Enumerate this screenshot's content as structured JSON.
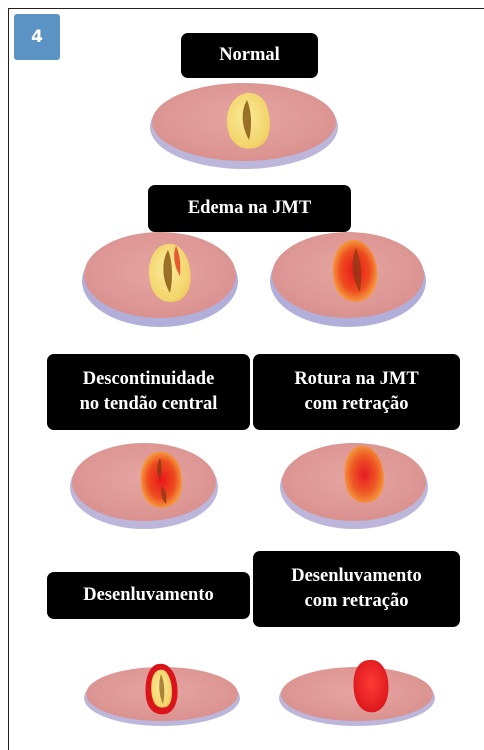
{
  "figure": {
    "number": "4",
    "labels": {
      "normal": "Normal",
      "edema": "Edema na JMT",
      "descontinuidade": "Descontinuidade\nno tendão central",
      "rotura": "Rotura na JMT\ncom retração",
      "desenluvamento": "Desenluvamento",
      "desenluvamento_retracao": "Desenluvamento\ncom retração"
    }
  }
}
